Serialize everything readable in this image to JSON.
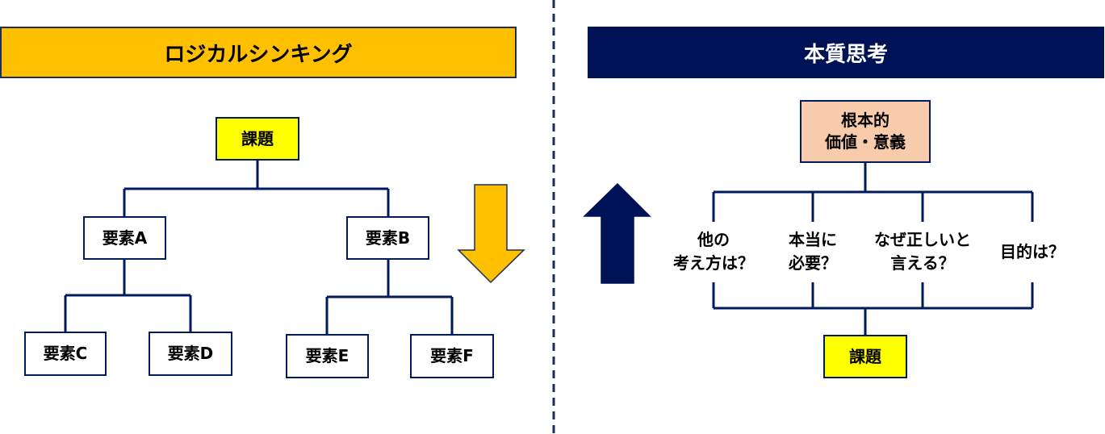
{
  "logical": {
    "title": "ロジカルシンキング",
    "root": "課題",
    "level1": [
      "要素A",
      "要素B"
    ],
    "level2": [
      "要素C",
      "要素D",
      "要素E",
      "要素F"
    ]
  },
  "essential": {
    "title": "本質思考",
    "root": "根本的\n価値・意義",
    "questions": [
      "他の\n考え方は？",
      "本当に\n必要？",
      "なぜ正しいと\n言える？",
      "目的は？"
    ],
    "base": "課題"
  },
  "colors": {
    "logical_header": "#FFC000",
    "essential_header": "#001256",
    "task_box": "#FFFF00",
    "root_box": "#F8CBAD",
    "down_arrow": "#FFC000",
    "up_arrow": "#001256",
    "line": "#001a5e"
  }
}
